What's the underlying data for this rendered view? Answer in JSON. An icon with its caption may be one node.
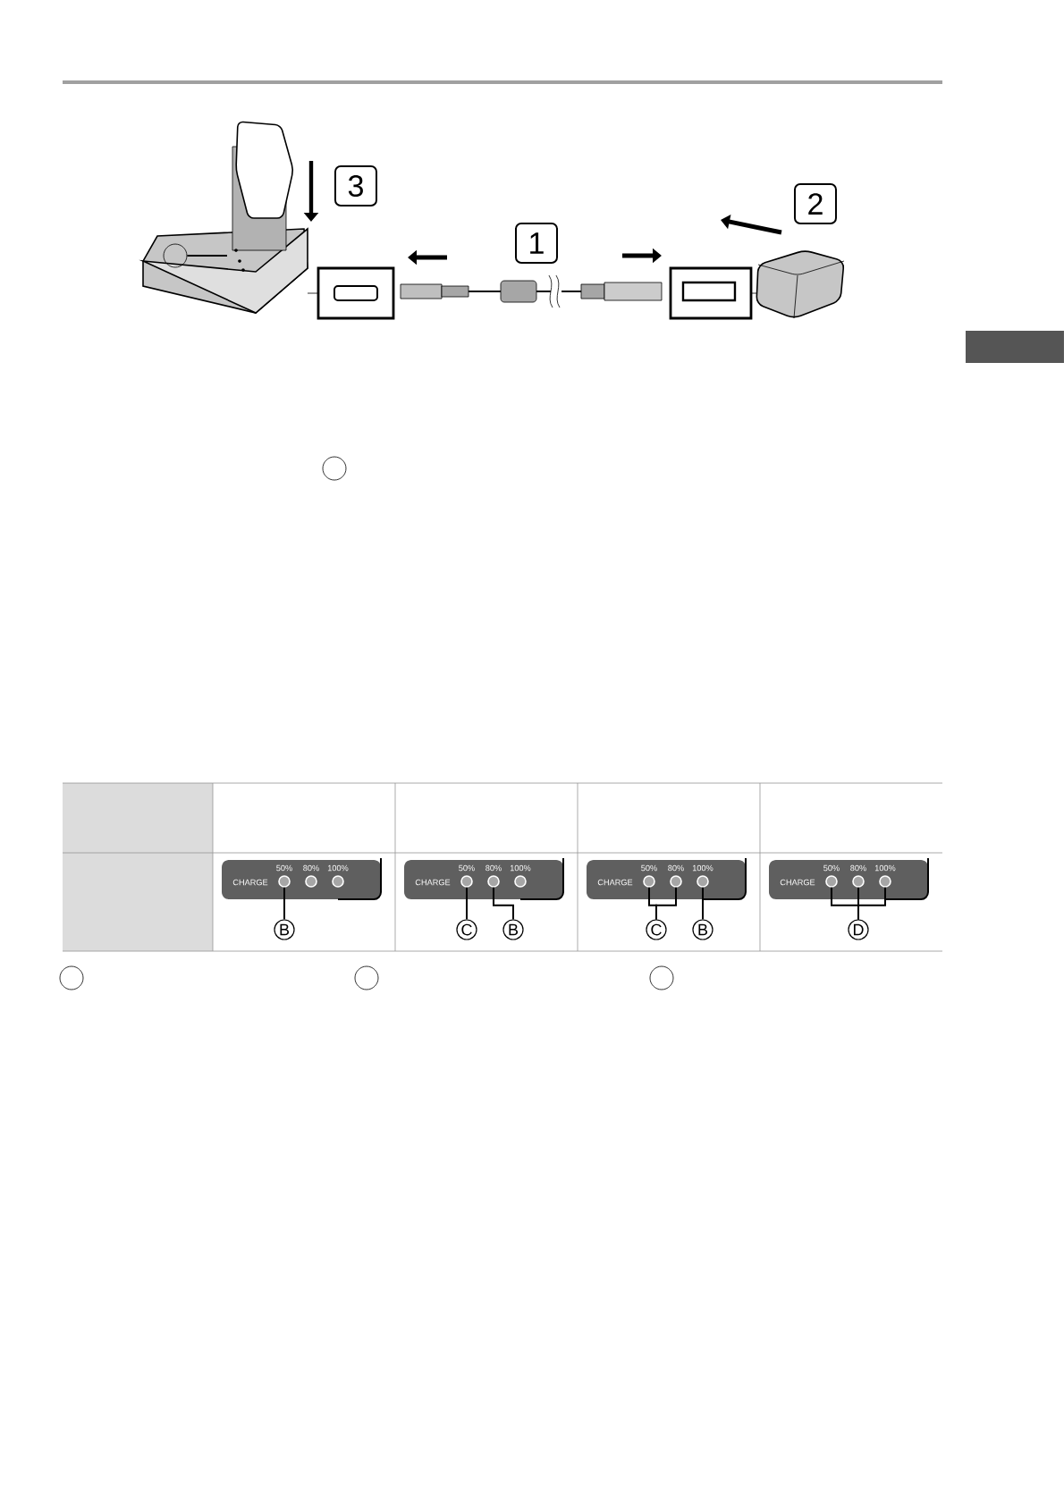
{
  "diagram": {
    "nodes": [
      {
        "text": [
          "3"
        ]
      },
      {
        "text": [
          "1"
        ]
      },
      {
        "text": [
          "2"
        ]
      },
      {
        "text": [],
        "shape": "circle"
      },
      {
        "text": [],
        "shape": "circle"
      },
      {
        "text": [],
        "shape": "circle"
      },
      {
        "text": [],
        "shape": "circle"
      },
      {
        "text": [],
        "shape": "circle"
      },
      {
        "text": [],
        "shape": "circle"
      },
      {
        "text": [],
        "shape": "circle"
      },
      {
        "text": [],
        "shape": "circle"
      },
      {
        "text": [],
        "shape": "circle"
      },
      {
        "text": [],
        "shape": "circle"
      },
      {
        "text": [],
        "shape": "circle"
      },
      {
        "text": [],
        "shape": "circle"
      },
      {
        "text": [],
        "shape": "circle"
      },
      {
        "text": [],
        "shape": "circle"
      },
      {
        "text": [
          "B"
        ]
      },
      {
        "text": [
          "C"
        ]
      },
      {
        "text": [
          "B"
        ]
      },
      {
        "text": [
          "C"
        ]
      },
      {
        "text": [
          "B"
        ]
      },
      {
        "text": [
          "D"
        ]
      },
      {
        "text": [],
        "shape": "circle"
      },
      {
        "text": [],
        "shape": "circle"
      },
      {
        "text": [],
        "shape": "circle"
      }
    ],
    "edges": [
      {
        "from": 3,
        "to": null,
        "arrow": "none"
      },
      {
        "from": 17,
        "to": 5,
        "arrow": "none"
      },
      {
        "from": 18,
        "to": 8,
        "arrow": "none"
      },
      {
        "from": 19,
        "to": 9,
        "arrow": "none"
      },
      {
        "from": 20,
        "to": 11,
        "arrow": "none"
      },
      {
        "from": 20,
        "to": 12,
        "arrow": "none"
      },
      {
        "from": 21,
        "to": 13,
        "arrow": "none"
      },
      {
        "from": 22,
        "to": 14,
        "arrow": "none"
      },
      {
        "from": 22,
        "to": 15,
        "arrow": "none"
      },
      {
        "from": 22,
        "to": 16,
        "arrow": "none"
      }
    ],
    "labels": [
      "CHARGE",
      "50%",
      "80%",
      "100%",
      "CHARGE",
      "50%",
      "80%",
      "100%",
      "CHARGE",
      "50%",
      "80%",
      "100%",
      "CHARGE",
      "50%",
      "80%",
      "100%"
    ]
  }
}
